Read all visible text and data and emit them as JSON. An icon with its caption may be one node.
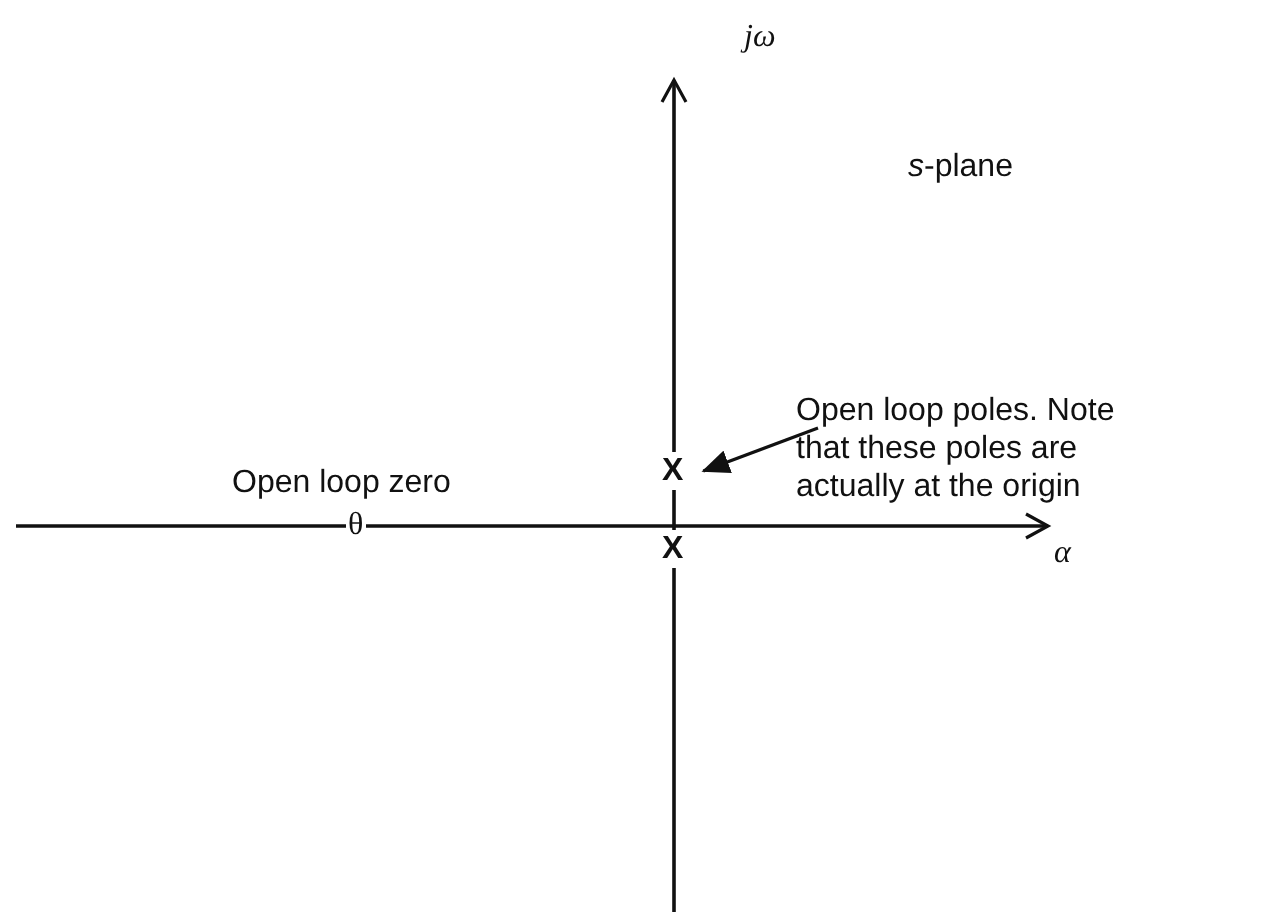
{
  "diagram": {
    "nodes": [
      {
        "text": [
          "Open loop poles. Note that these poles are actually at the origin"
        ]
      },
      {
        "text": [
          "X"
        ]
      },
      {
        "text": [
          "X"
        ]
      }
    ],
    "edges": [
      {
        "from": 0,
        "to": 1,
        "arrow": "to"
      }
    ],
    "labels": [
      "jω",
      "*s*-plane",
      "Open loop zero",
      "θ",
      "α"
    ]
  }
}
